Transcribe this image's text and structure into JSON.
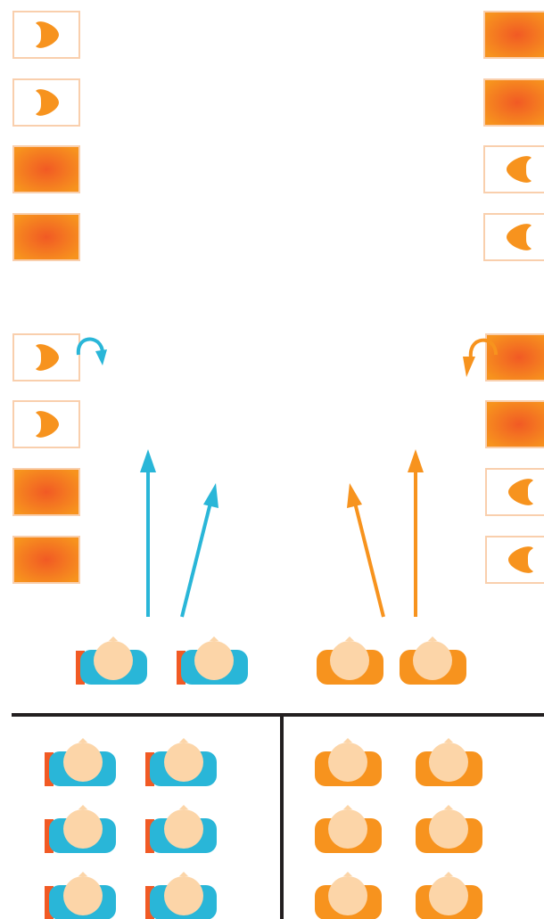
{
  "colors": {
    "card_border": "#f9cfad",
    "card_fill_center": "#f15a24",
    "card_fill_edge": "#f7931e",
    "heart": "#f7931e",
    "person_blue": "#29b6d8",
    "person_orange": "#f7931e",
    "head": "#fcd5a8",
    "book": "#f15a24",
    "line": "#231f20",
    "arrow_blue": "#29b6d8",
    "arrow_orange": "#f7931e"
  },
  "icons": {
    "heart_right": "heart-icon-facing-right",
    "heart_left": "heart-icon-facing-left",
    "rotate_blue": "curved-rotate-arrow-icon",
    "rotate_orange": "curved-rotate-arrow-icon",
    "person": "person-top-view-icon",
    "book": "book-icon"
  },
  "panels": {
    "top_left_column": [
      "heart",
      "heart",
      "filled",
      "filled"
    ],
    "top_right_column": [
      "filled",
      "filled",
      "heart",
      "heart"
    ],
    "middle_left_column": [
      "heart",
      "heart",
      "filled",
      "filled"
    ],
    "middle_right_column": [
      "filled",
      "filled",
      "heart",
      "heart"
    ]
  },
  "audience": {
    "front_row_blue": 2,
    "front_row_orange": 2,
    "bottom_left_blue_grid": {
      "rows": 3,
      "cols": 2
    },
    "bottom_right_orange_grid": {
      "rows": 3,
      "cols": 2
    }
  }
}
